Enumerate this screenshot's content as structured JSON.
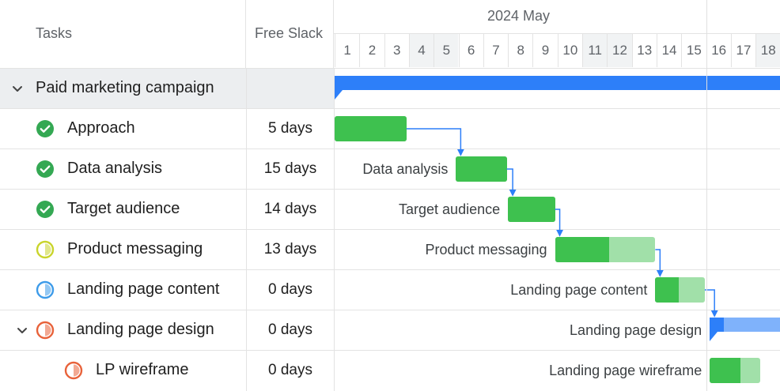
{
  "header": {
    "tasks_label": "Tasks",
    "slack_label": "Free Slack",
    "month_label": "2024 May",
    "days": [
      {
        "label": "1",
        "weekend": false
      },
      {
        "label": "2",
        "weekend": false
      },
      {
        "label": "3",
        "weekend": false
      },
      {
        "label": "4",
        "weekend": true
      },
      {
        "label": "5",
        "weekend": true
      },
      {
        "label": "6",
        "weekend": false
      },
      {
        "label": "7",
        "weekend": false
      },
      {
        "label": "8",
        "weekend": false
      },
      {
        "label": "9",
        "weekend": false
      },
      {
        "label": "10",
        "weekend": false
      },
      {
        "label": "11",
        "weekend": true
      },
      {
        "label": "12",
        "weekend": true
      },
      {
        "label": "13",
        "weekend": false
      },
      {
        "label": "14",
        "weekend": false
      },
      {
        "label": "15",
        "weekend": false
      },
      {
        "label": "16",
        "weekend": false
      },
      {
        "label": "17",
        "weekend": false
      },
      {
        "label": "18",
        "weekend": true
      }
    ]
  },
  "colors": {
    "summary_bar": "#2d7ff9",
    "summary_bar_light": "#7fb2fb",
    "task_done": "#3ec14f",
    "task_remaining": "#a1e0a9",
    "link": "#2d7ff9",
    "status_complete": "#34a853",
    "status_yellow": "#c9d42b",
    "status_blue": "#3d9be9",
    "status_orange": "#e8623a"
  },
  "rows": [
    {
      "name": "Paid marketing campaign",
      "slack": "",
      "type": "group",
      "chevron": "chevron-down-icon",
      "status": null,
      "bar_label": "",
      "start": 1,
      "end": 19,
      "progress": 1.0,
      "bar_kind": "summary"
    },
    {
      "name": "Approach",
      "slack": "5 days",
      "type": "task",
      "chevron": null,
      "status": "complete",
      "status_icon": "check-circle-icon",
      "bar_label": "",
      "start": 1,
      "end": 3.9,
      "progress": 1.0,
      "bar_kind": "task"
    },
    {
      "name": "Data analysis",
      "slack": "15 days",
      "type": "task",
      "chevron": null,
      "status": "complete",
      "status_icon": "check-circle-icon",
      "bar_label": "Data analysis",
      "start": 5.9,
      "end": 7.95,
      "progress": 1.0,
      "bar_kind": "task"
    },
    {
      "name": "Target audience",
      "slack": "14 days",
      "type": "task",
      "chevron": null,
      "status": "complete",
      "status_icon": "check-circle-icon",
      "bar_label": "Target audience",
      "start": 8,
      "end": 9.9,
      "progress": 1.0,
      "bar_kind": "task"
    },
    {
      "name": "Product messaging",
      "slack": "13 days",
      "type": "task",
      "chevron": null,
      "status": "half-yellow",
      "status_icon": "half-circle-yellow-icon",
      "bar_label": "Product messaging",
      "start": 9.9,
      "end": 13.95,
      "progress": 0.54,
      "bar_kind": "task"
    },
    {
      "name": "Landing page content",
      "slack": "0 days",
      "type": "task",
      "chevron": null,
      "status": "half-blue",
      "status_icon": "half-circle-blue-icon",
      "bar_label": "Landing page content",
      "start": 13.95,
      "end": 15.95,
      "progress": 0.48,
      "bar_kind": "task"
    },
    {
      "name": "Landing page design",
      "slack": "0 days",
      "type": "group",
      "chevron": "chevron-down-icon",
      "status": "half-orange",
      "status_icon": "half-circle-orange-icon",
      "bar_label": "Landing page design",
      "start": 16.15,
      "end": 19,
      "progress": 0.2,
      "bar_kind": "summary"
    },
    {
      "name": "LP wireframe",
      "slack": "0 days",
      "type": "subtask",
      "chevron": null,
      "status": "half-orange",
      "status_icon": "half-circle-orange-icon",
      "bar_label": "Landing page wireframe",
      "start": 16.15,
      "end": 18.2,
      "progress": 0.6,
      "bar_kind": "task"
    }
  ],
  "links": [
    {
      "from": 1,
      "to": 2
    },
    {
      "from": 2,
      "to": 3
    },
    {
      "from": 3,
      "to": 4
    },
    {
      "from": 4,
      "to": 5
    },
    {
      "from": 5,
      "to": 6
    }
  ]
}
